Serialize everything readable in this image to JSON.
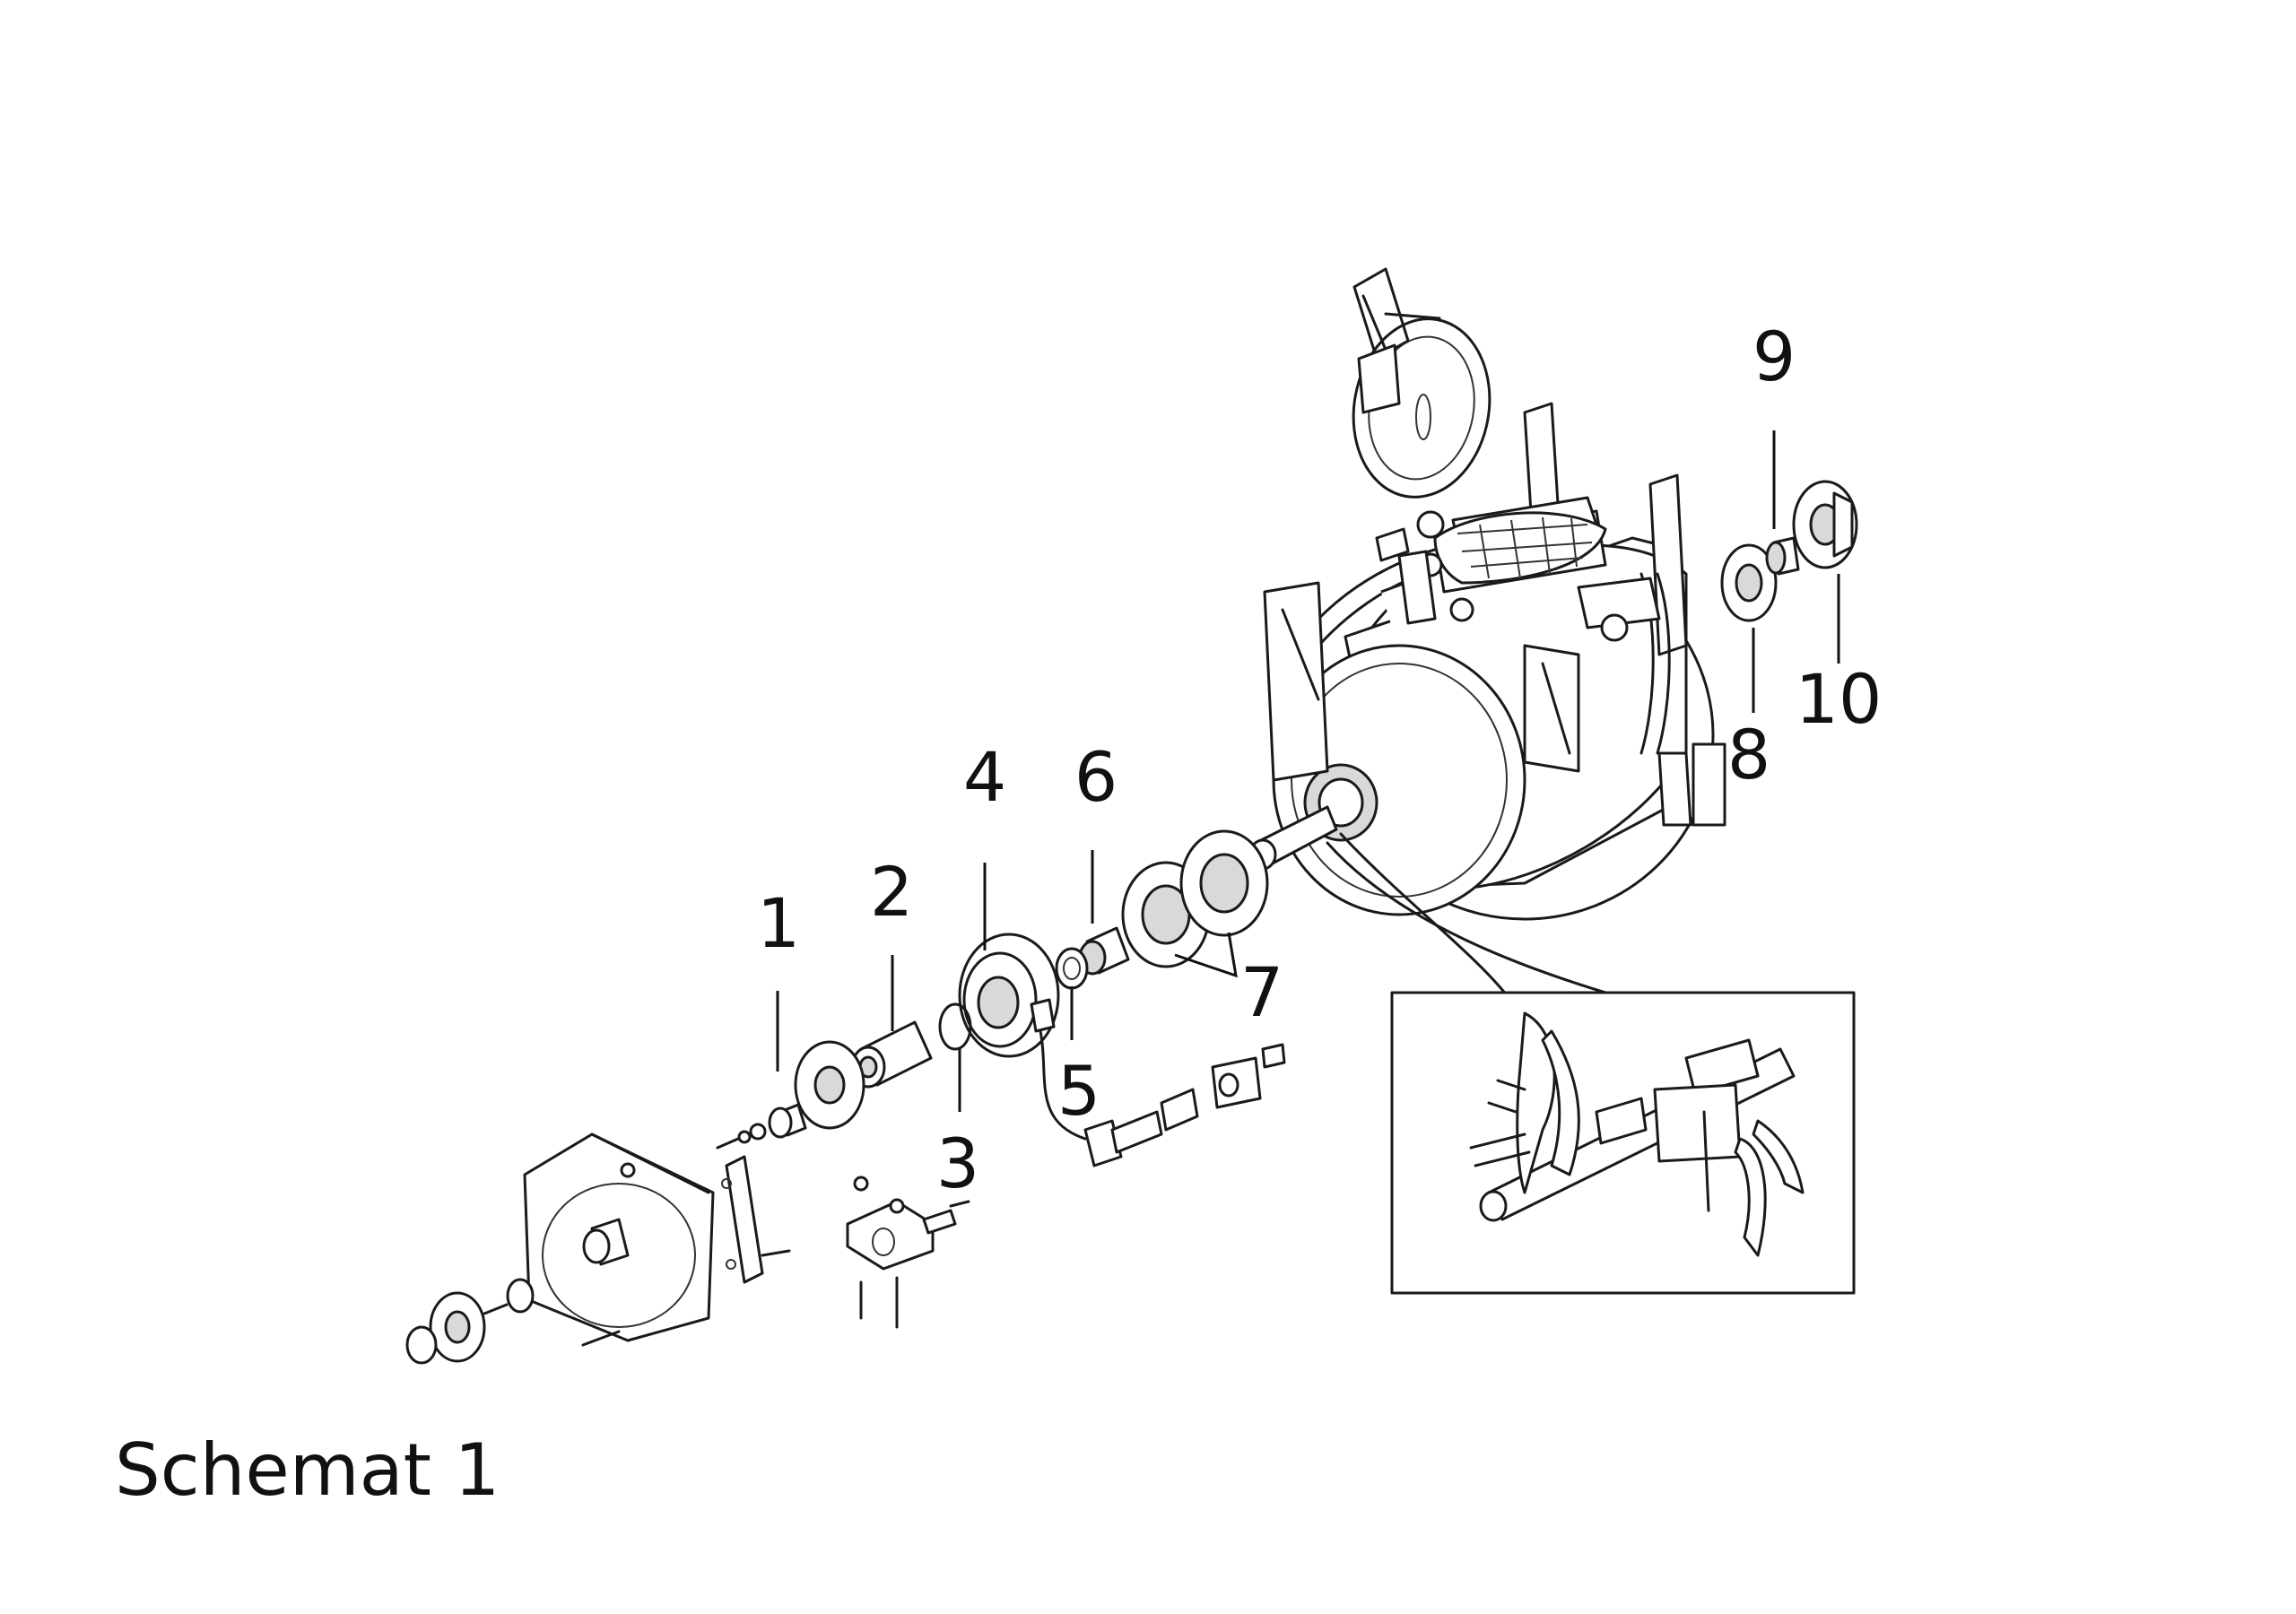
{
  "caption": "Schemat 1",
  "labels": [
    "1",
    "2",
    "3",
    "4",
    "5",
    "6",
    "7",
    "8",
    "9",
    "10"
  ],
  "colors": {
    "line": "#1a1a1a",
    "shade": "#d9d9d9",
    "background": "#ffffff"
  }
}
